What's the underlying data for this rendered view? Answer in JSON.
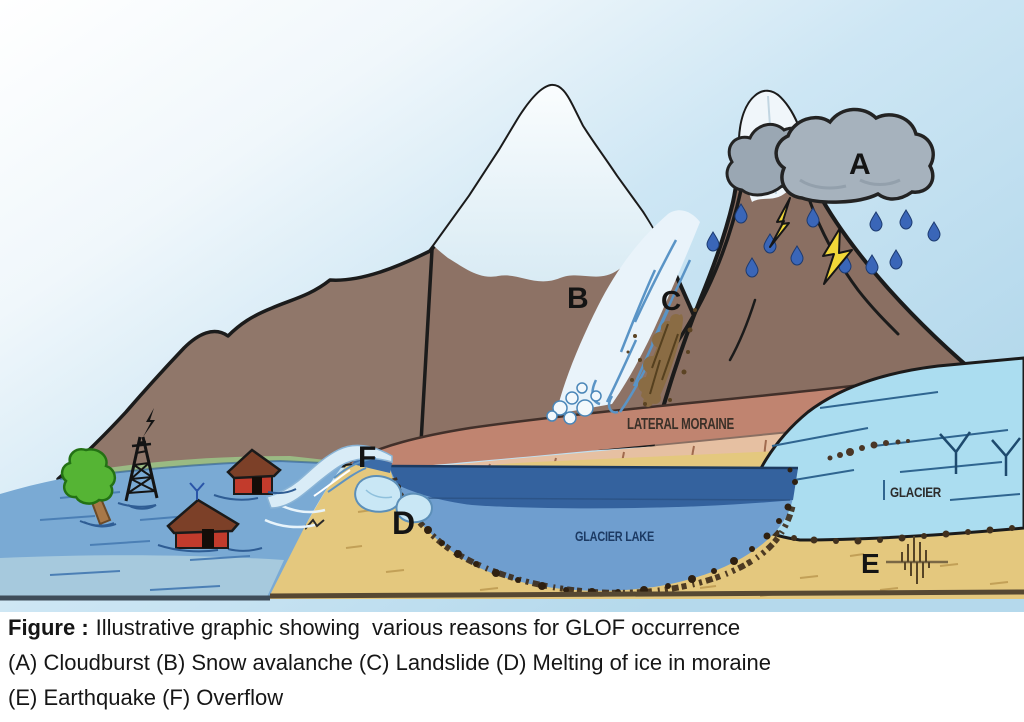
{
  "illustration": {
    "markers": {
      "cloudburst": "A",
      "snow_avalanche": "B",
      "landslide": "C",
      "melting_ice": "D",
      "earthquake": "E",
      "overflow": "F"
    },
    "terrain_labels": {
      "lateral_moraine": "LATERAL MORAINE",
      "glacier": "GLACIER",
      "glacier_lake": "GLACIER LAKE"
    },
    "palette": {
      "sky": "#bfdff0",
      "mountain": "#8d7265",
      "snow": "#eef5fa",
      "cloud": "#a6b2bd",
      "rain": "#3a66b8",
      "lightning": "#f2d838",
      "moraine_dark": "#c08470",
      "moraine_light": "#e6c0a2",
      "glacier_ice": "#abddf0",
      "lake_surface": "#34629e",
      "lake_body": "#6f9ecf",
      "sand": "#e4c87e",
      "flood_water": "#7aaad4",
      "house": "#c23b2c",
      "tree": "#55b434"
    }
  },
  "caption": {
    "prefix": "Figure :",
    "line1": "Illustrative graphic showing  various reasons for GLOF occurrence",
    "line2": "(A) Cloudburst (B) Snow avalanche (C) Landslide (D) Melting of ice in moraine",
    "line3": "(E) Earthquake (F) Overflow"
  }
}
